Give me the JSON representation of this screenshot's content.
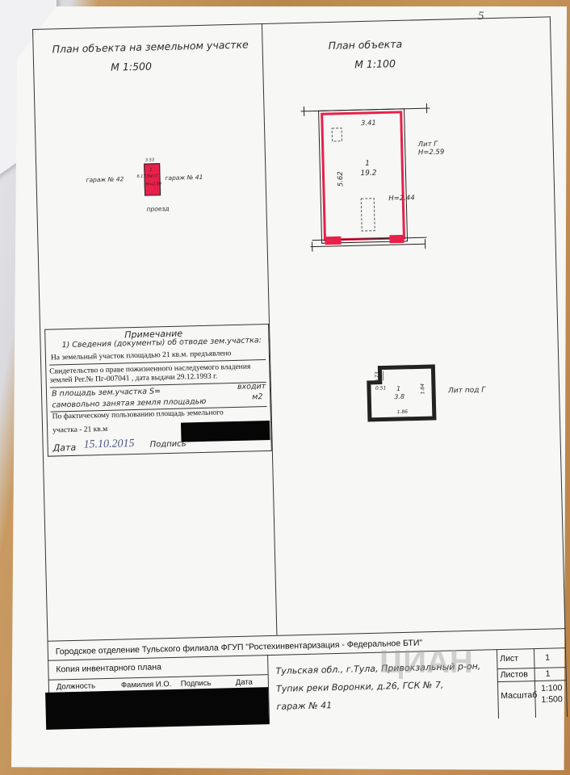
{
  "page_number": "5",
  "left_panel": {
    "title": "План объекта на земельном участке",
    "scale": "М 1:500",
    "neighbor_left": "гараж № 42",
    "neighbor_right": "гараж № 41",
    "road_label": "проезд",
    "mini_labels": [
      "3.53",
      "6.17",
      "1",
      "Лит.Г",
      "Н=2.59"
    ]
  },
  "right_panel": {
    "title": "План объекта",
    "scale": "М 1:100",
    "plan": {
      "width_dim": "3.41",
      "length_dim": "5.62",
      "room_number": "1",
      "room_area": "19.2",
      "height_inner": "Н=2.44",
      "lit_label": "Лит Г",
      "lit_height": "Н=2.59"
    },
    "basement": {
      "room_number": "1",
      "room_area": "3.8",
      "dims": [
        "0.73",
        "0.51",
        "1.84",
        "1.86"
      ],
      "label": "Лит под Г"
    }
  },
  "note": {
    "title": "Примечание",
    "line1": "1) Сведения (документы) об отводе зем.участка:",
    "line2": "На земельный участок площадью 21 кв.м. предъявлено",
    "line3": "Свидетельство о праве пожизненного наследуемого владения",
    "line4": "землей Рег.№ Пг-007041 , дата выдачи 29.12.1993 г.",
    "line5": "В площадь зем.участка S=",
    "line5_right": "входит",
    "line6": "самовольно занятая земля площадью",
    "line6_unit": "м2",
    "line7": "По фактическому пользованию площадь земельного",
    "line8": "участка - 21 кв.м",
    "date_label": "Дата",
    "date_value": "15.10.2015",
    "sign_label": "Подпись"
  },
  "footer": {
    "org": "Городское отделение Тульского филиала ФГУП \"Ростехинвентаризация - Федеральное БТИ\"",
    "copy": "Копия инвентарного плана",
    "cols": [
      "Должность",
      "Фамилия И.О.",
      "Подпись",
      "Дата"
    ],
    "address_line1": "Тульская обл., г.Тула, Привокзальный р-он,",
    "address_line2": "Тупик реки Воронки, д.26, ГСК № 7,",
    "address_line3": "гараж № 41",
    "sheet_label": "Лист",
    "sheet_value": "1",
    "sheets_label": "Листов",
    "sheets_value": "1",
    "scale_label": "Масштаб",
    "scale_value1": "1:100",
    "scale_value2": "1:500"
  },
  "watermark": "ЦИАН"
}
